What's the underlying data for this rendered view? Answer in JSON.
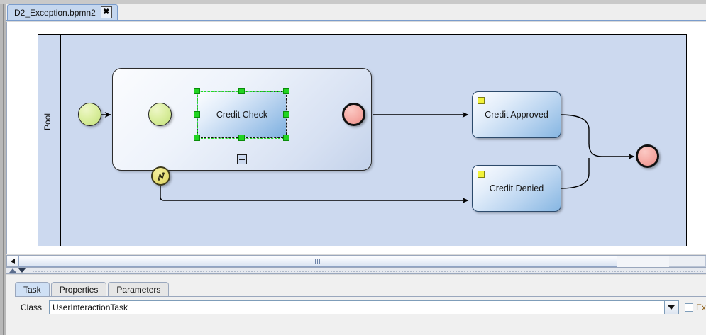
{
  "window": {
    "editor_tab": {
      "label": "D2_Exception.bpmn2",
      "close_icon": "close-icon",
      "close_glyph": "✖"
    }
  },
  "canvas": {
    "pool": {
      "label": "Pool"
    },
    "subprocess": {
      "collapse_marker": "minus"
    },
    "events": [
      {
        "id": "start-pool",
        "type": "start",
        "label": ""
      },
      {
        "id": "start-sub",
        "type": "start",
        "label": ""
      },
      {
        "id": "end-sub",
        "type": "end",
        "label": ""
      },
      {
        "id": "end-pool",
        "type": "end",
        "label": ""
      },
      {
        "id": "boundary-error",
        "type": "boundary-error",
        "label": ""
      }
    ],
    "tasks": [
      {
        "id": "credit-check",
        "label": "Credit Check",
        "selected": true,
        "marker": false
      },
      {
        "id": "credit-approved",
        "label": "Credit Approved",
        "selected": false,
        "marker": true
      },
      {
        "id": "credit-denied",
        "label": "Credit Denied",
        "selected": false,
        "marker": true
      }
    ],
    "colors": {
      "pool_fill": "#ccd9ef",
      "task_accent": "#86b6e2",
      "start_event": "#c2e07a",
      "end_event": "#ea8d88",
      "boundary_event": "#e8e07a",
      "selection_handle": "#21d421",
      "task_marker": "#f2f23a"
    }
  },
  "scrollbar": {
    "left_arrow_icon": "arrow-left-icon",
    "grip_icon": "grip-icon"
  },
  "divider": {
    "up_icon": "collapse-up-icon",
    "down_icon": "collapse-down-icon"
  },
  "properties": {
    "tabs": [
      {
        "label": "Task",
        "active": true
      },
      {
        "label": "Properties",
        "active": false
      },
      {
        "label": "Parameters",
        "active": false
      }
    ],
    "class_field": {
      "label": "Class",
      "value": "UserInteractionTask",
      "placeholder": "",
      "dropdown_icon": "chevron-down-icon"
    },
    "expression_checkbox": {
      "label": "Ex",
      "checked": false
    }
  }
}
